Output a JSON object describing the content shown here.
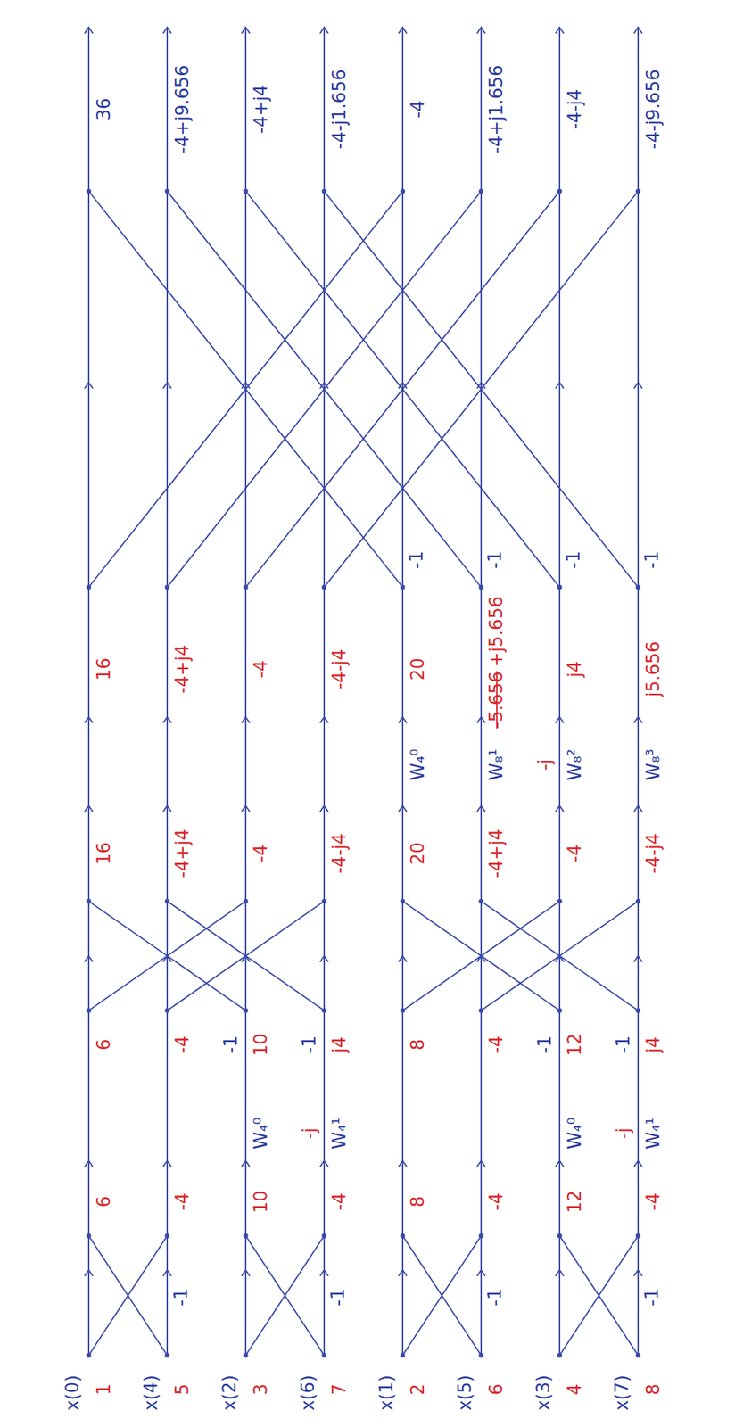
{
  "diagram": {
    "labels": [
      "x(0)",
      "1",
      "x(4)",
      "5",
      "x(2)",
      "3",
      "x(6)",
      "7",
      "x(1)",
      "2",
      "x(5)",
      "6",
      "x(3)",
      "4",
      "x(7)",
      "8",
      "6",
      "-4",
      "10",
      "-4",
      "8",
      "-4",
      "12",
      "-4",
      "-1",
      "-1",
      "-1",
      "-1",
      "W₄⁰",
      "W₄¹",
      "-j",
      "W₄⁰",
      "W₄¹",
      "-j",
      "6",
      "-4",
      "10",
      "j4",
      "8",
      "-4",
      "12",
      "j4",
      "-1",
      "-1",
      "-1",
      "-1",
      "16",
      "-4+j4",
      "-4",
      "-4-j4",
      "20",
      "-4+j4",
      "-4",
      "-4-j4",
      "W₄⁰",
      "W₈¹",
      "W₈²",
      "-j",
      "W₈³",
      "16",
      "-4+j4",
      "-4",
      "-4-j4",
      "20",
      "-5.656",
      "+j5.656",
      "j4",
      "j5.656",
      "-1",
      "-1",
      "-1",
      "-1",
      "36",
      "-4+j9.656",
      "-4+j4",
      "-4-j1.656",
      "-4",
      "-4+j1.656",
      "-4-j4",
      "-4-j9.656"
    ]
  }
}
